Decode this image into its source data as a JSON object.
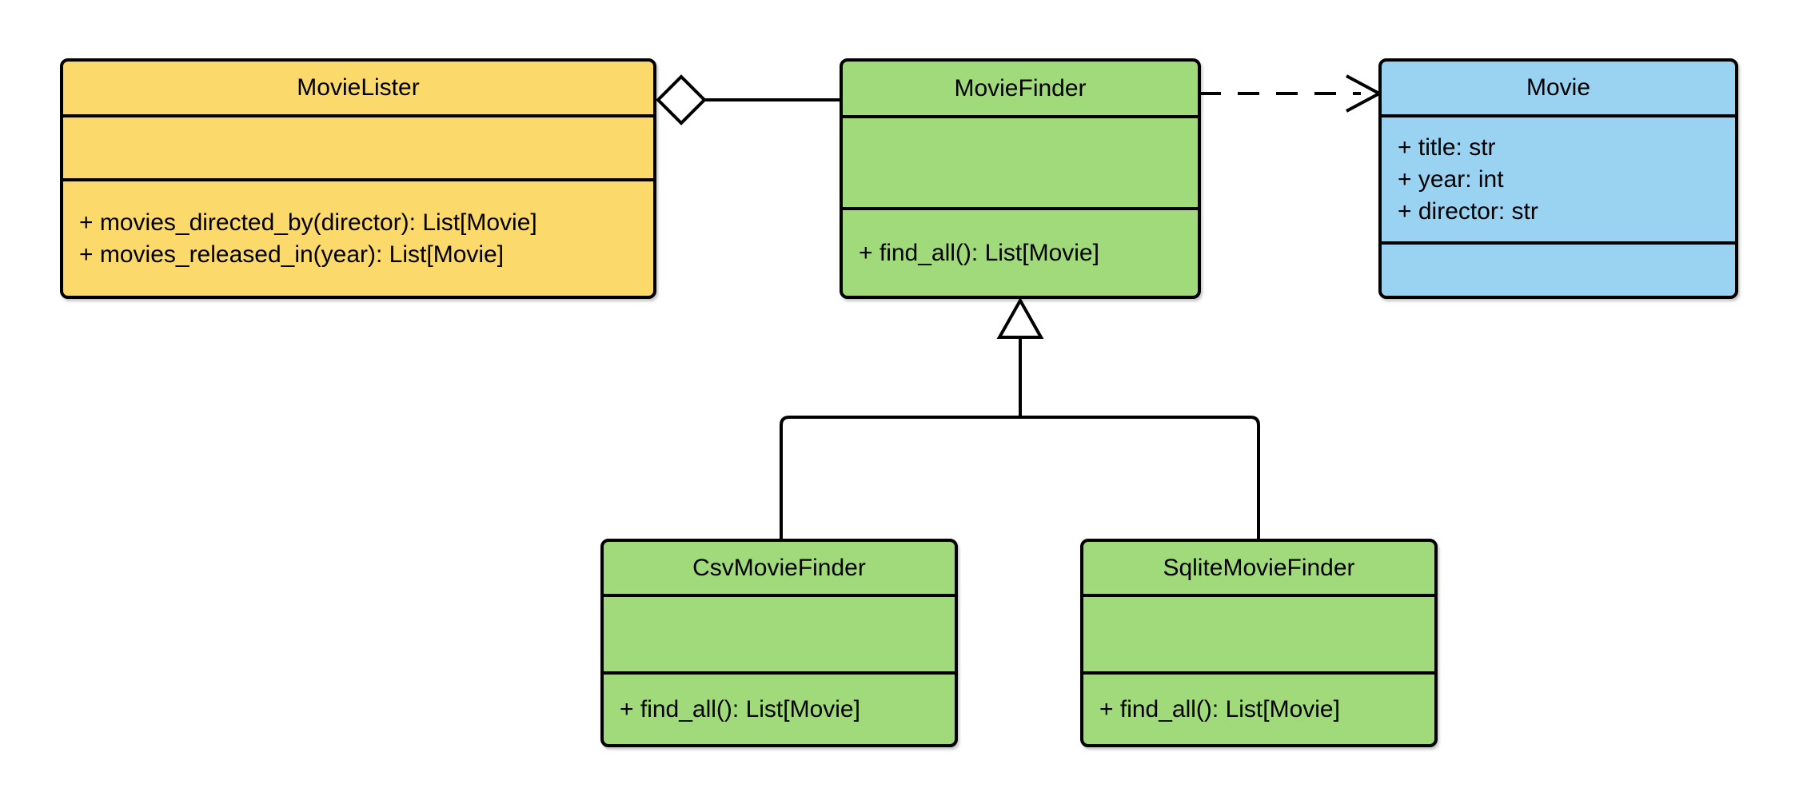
{
  "diagram": {
    "kind": "UML class diagram"
  },
  "colors": {
    "yellow": "#FBD96A",
    "green": "#A0DA7A",
    "blue": "#9AD2F2",
    "stroke": "#000000",
    "background": "#FFFFFF"
  },
  "classes": [
    {
      "name": "MovieLister",
      "attributes": [],
      "methods": [
        "+ movies_directed_by(director): List[Movie]",
        "+ movies_released_in(year): List[Movie]"
      ]
    },
    {
      "name": "MovieFinder",
      "attributes": [],
      "methods": [
        "+ find_all(): List[Movie]"
      ]
    },
    {
      "name": "Movie",
      "attributes": [
        "+ title: str",
        "+ year: int",
        "+ director: str"
      ],
      "methods": []
    },
    {
      "name": "CsvMovieFinder",
      "attributes": [],
      "methods": [
        "+ find_all(): List[Movie]"
      ]
    },
    {
      "name": "SqliteMovieFinder",
      "attributes": [],
      "methods": [
        "+ find_all(): List[Movie]"
      ]
    }
  ],
  "relationships": [
    {
      "type": "aggregation",
      "from": "MovieLister",
      "to": "MovieFinder"
    },
    {
      "type": "dependency",
      "from": "MovieFinder",
      "to": "Movie"
    },
    {
      "type": "inheritance",
      "from": "CsvMovieFinder",
      "to": "MovieFinder"
    },
    {
      "type": "inheritance",
      "from": "SqliteMovieFinder",
      "to": "MovieFinder"
    }
  ]
}
